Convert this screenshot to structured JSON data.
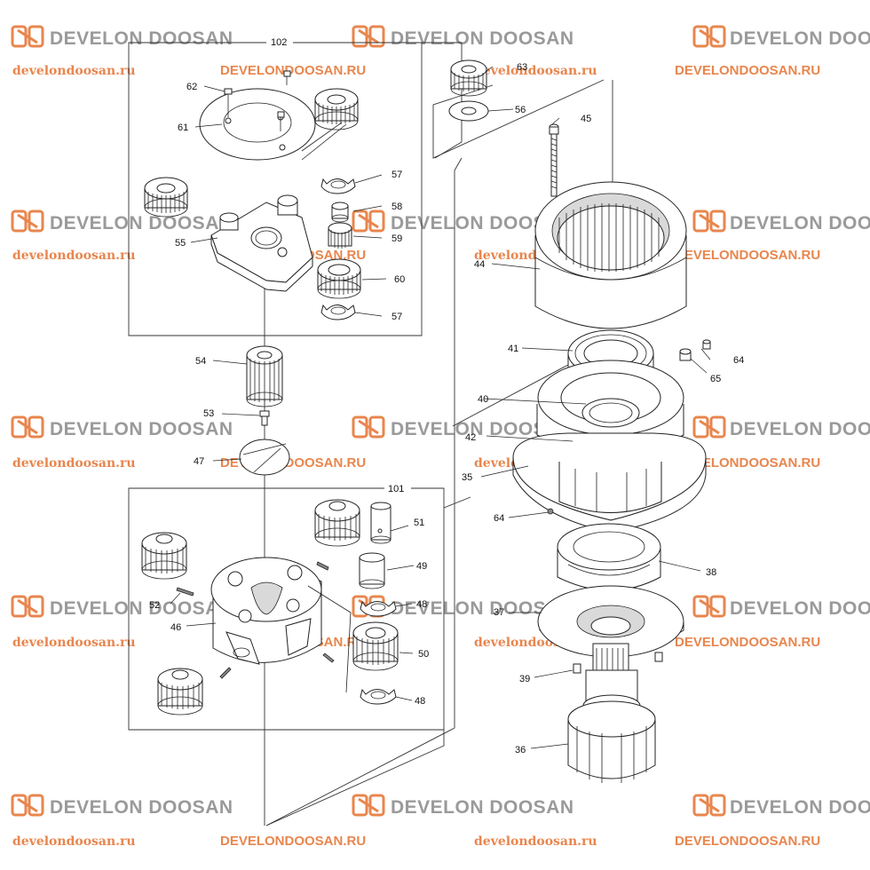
{
  "watermark": {
    "brand": "DEVELON DOOSAN",
    "url_lower": "develondoosan.ru",
    "url_upper": "DEVELONDOOSAN.RU",
    "brand_color": "#9a9a9a",
    "url_color": "#e8864e"
  },
  "groups": {
    "upper_carrier_assembly": "102",
    "lower_carrier_assembly": "101"
  },
  "callouts": {
    "c36": "36",
    "c37": "37",
    "c38": "38",
    "c39": "39",
    "c35": "35",
    "c40": "40",
    "c41": "41",
    "c42": "42",
    "c44": "44",
    "c45": "45",
    "c46": "46",
    "c47": "47",
    "c48a": "48",
    "c48b": "48",
    "c49": "49",
    "c50": "50",
    "c51": "51",
    "c52": "52",
    "c53": "53",
    "c54": "54",
    "c55": "55",
    "c56": "56",
    "c57a": "57",
    "c57b": "57",
    "c58": "58",
    "c59": "59",
    "c60": "60",
    "c61": "61",
    "c62": "62",
    "c63": "63",
    "c64a": "64",
    "c64b": "64",
    "c65": "65"
  }
}
